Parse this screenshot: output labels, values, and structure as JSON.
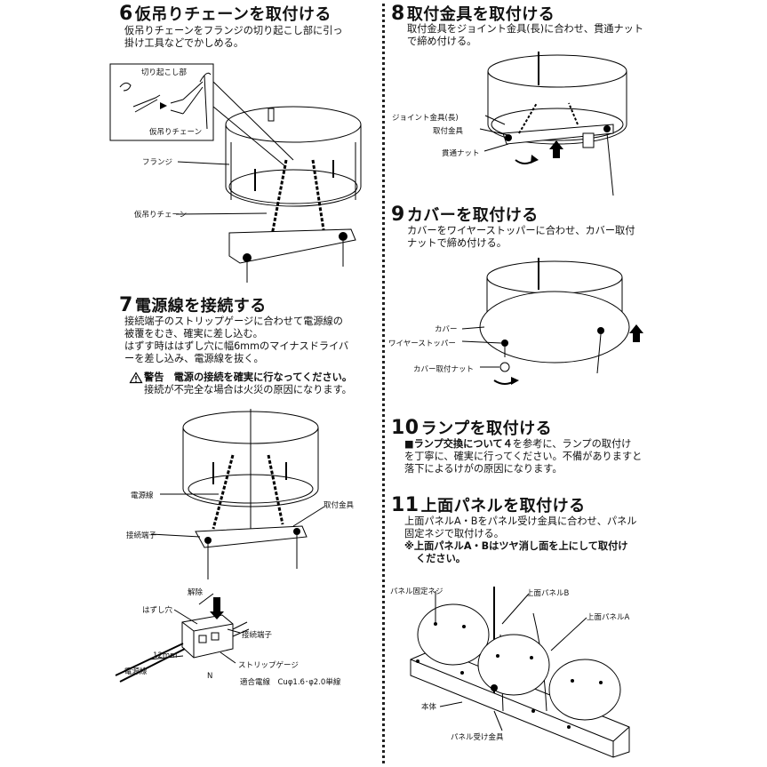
{
  "s6": {
    "num": "6",
    "title": "仮吊りチェーンを取付ける",
    "body": [
      "仮吊りチェーンをフランジの切り起こし部に引っ",
      "掛け工具などでかしめる。"
    ],
    "labels": {
      "kirioko": "切り起こし部",
      "chain_inset": "仮吊りチェーン",
      "flange": "フランジ",
      "chain": "仮吊りチェーン"
    }
  },
  "s7": {
    "num": "7",
    "title": "電源線を接続する",
    "body": [
      "接続端子のストリップゲージに合わせて電源線の",
      "被覆をむき、確実に差し込む。",
      "はずす時ははずし穴に幅6mmのマイナスドライバ",
      "ーを差し込み、電源線を抜く。"
    ],
    "warning_title": "警告　電源の接続を確実に行なってください。",
    "warning_body": "接続が不完全な場合は火災の原因になります。",
    "warning_icon": "warning-triangle-icon",
    "labels": {
      "dengen": "電源線",
      "toritsuke": "取付金具",
      "setsuzoku": "接続端子",
      "kaijo": "解除",
      "hazushi": "はずし穴",
      "setsuzoku2": "接続端子",
      "mm12": "12mm",
      "dengen2": "電源線",
      "strip": "ストリップゲージ",
      "N": "N",
      "tekigou": "適合電線　Cuφ1.6･φ2.0単線"
    }
  },
  "s8": {
    "num": "8",
    "title": "取付金具を取付ける",
    "body": [
      "取付金具をジョイント金具(長)に合わせ、貫通ナット",
      "で締め付ける。"
    ],
    "labels": {
      "joint": "ジョイント金具(長)",
      "toritsuke": "取付金具",
      "kantsu": "貫通ナット"
    }
  },
  "s9": {
    "num": "9",
    "title": "カバーを取付ける",
    "body": [
      "カバーをワイヤーストッパーに合わせ、カバー取付",
      "ナットで締め付ける。"
    ],
    "labels": {
      "cover": "カバー",
      "wire": "ワイヤーストッパー",
      "nut": "カバー取付ナット"
    }
  },
  "s10": {
    "num": "10",
    "title": "ランプを取付ける",
    "body_bold": "■ランプ交換について４",
    "body_rest": "を参考に、ランプの取付け",
    "body": [
      "を丁寧に、確実に行ってください。不備がありますと",
      "落下によるけがの原因になります。"
    ]
  },
  "s11": {
    "num": "11",
    "title": "上面パネルを取付ける",
    "body": [
      "上面パネルA・Bをパネル受け金具に合わせ、パネル",
      "固定ネジで取付ける。"
    ],
    "note": [
      "※上面パネルA・Bはツヤ消し面を上にして取付け",
      "ください。"
    ],
    "labels": {
      "kotei": "パネル固定ネジ",
      "panelB": "上面パネルB",
      "panelA": "上面パネルA",
      "hontai": "本体",
      "uke": "パネル受け金具"
    }
  }
}
